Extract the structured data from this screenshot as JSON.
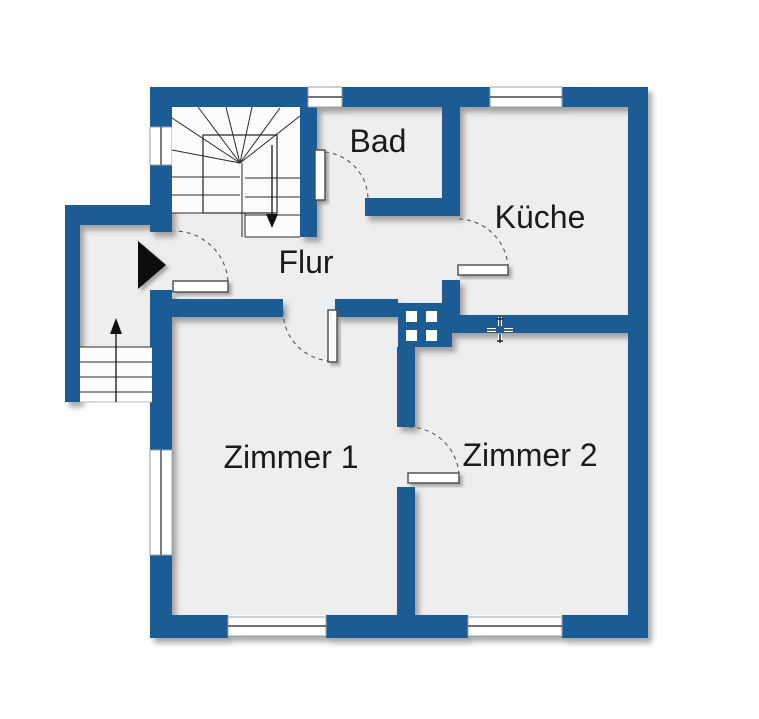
{
  "floorplan": {
    "rooms": [
      {
        "id": "bad",
        "label": "Bad"
      },
      {
        "id": "kueche",
        "label": "Küche"
      },
      {
        "id": "flur",
        "label": "Flur"
      },
      {
        "id": "zimmer1",
        "label": "Zimmer 1"
      },
      {
        "id": "zimmer2",
        "label": "Zimmer 2"
      }
    ],
    "colors": {
      "wall": "#1B5B94",
      "floor": "#EDEEF0",
      "tread": "#FCFCFC",
      "background": "#FFFFFF"
    },
    "symbols": {
      "entrance_marker": "black-triangle-right",
      "stairwell_direction": "down-arrow",
      "outdoor_stairs_direction": "up-arrow",
      "chimney": "shaft-block-4-flues",
      "cursor": "precision-crosshair"
    }
  }
}
